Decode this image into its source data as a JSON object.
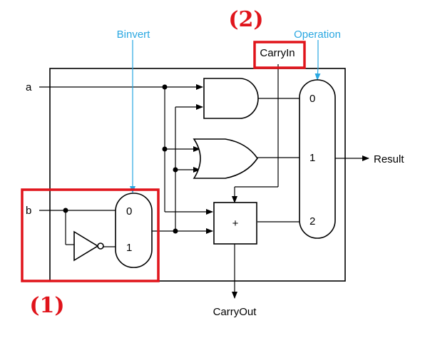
{
  "labels": {
    "input_a": "a",
    "input_b": "b",
    "binvert": "Binvert",
    "operation": "Operation",
    "carryin": "CarryIn",
    "carryout": "CarryOut",
    "result": "Result",
    "adder_symbol": "+",
    "bmux_in0": "0",
    "bmux_in1": "1",
    "opmux_in0": "0",
    "opmux_in1": "1",
    "opmux_in2": "2"
  },
  "markers": {
    "one": "(1)",
    "two": "(2)"
  },
  "colors": {
    "control_line": "#29a7e1",
    "highlight": "#e0141b"
  }
}
